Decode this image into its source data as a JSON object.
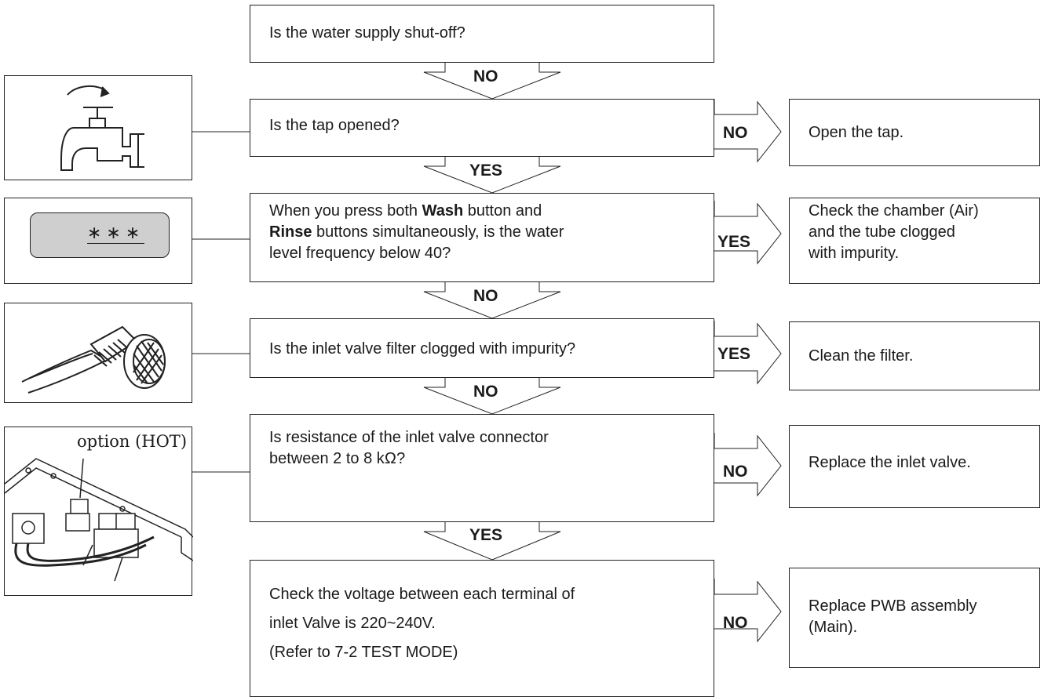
{
  "steps": {
    "water_supply": "Is the water supply shut-off?",
    "tap_opened": "Is the tap opened?",
    "freq_line1_a": "When you press both ",
    "freq_wash": "Wash",
    "freq_line1_b": " button and",
    "freq_rinse": "Rinse",
    "freq_line2_b": " buttons simultaneously, is the water",
    "freq_line3": "level frequency below 40?",
    "filter_clogged": "Is the inlet valve filter clogged with impurity?",
    "resist_line1": "Is resistance of the inlet valve connector",
    "resist_line2": "between 2 to 8 kΩ?",
    "voltage_line1": "Check the voltage between each terminal of",
    "voltage_line2": "inlet Valve is 220~240V.",
    "voltage_line3": "(Refer to 7-2 TEST MODE)"
  },
  "actions": {
    "open_tap": "Open the tap.",
    "check_chamber_1": "Check the chamber (Air)",
    "check_chamber_2": "and the tube clogged",
    "check_chamber_3": "with impurity.",
    "clean_filter": "Clean the filter.",
    "replace_valve": "Replace the inlet valve.",
    "replace_pwb_1": "Replace PWB assembly",
    "replace_pwb_2": "(Main)."
  },
  "labels": {
    "down1": "NO",
    "down2": "YES",
    "down3": "NO",
    "down4": "NO",
    "down5": "YES",
    "right1": "NO",
    "right2": "YES",
    "right3": "YES",
    "right4": "NO",
    "right5": "NO"
  },
  "illustrations": {
    "lcd_display": "∗∗∗",
    "valve_option": "option (HOT)"
  }
}
